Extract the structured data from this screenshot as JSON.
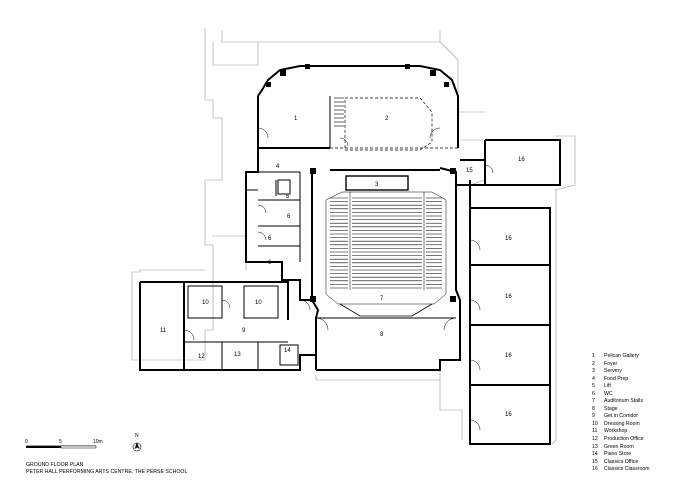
{
  "rooms": [
    {
      "num": "1",
      "name": "Pelican Gallery"
    },
    {
      "num": "2",
      "name": "Foyer"
    },
    {
      "num": "3",
      "name": "Servery"
    },
    {
      "num": "4",
      "name": "Food Prep"
    },
    {
      "num": "5",
      "name": "Lift"
    },
    {
      "num": "6",
      "name": "WC"
    },
    {
      "num": "7",
      "name": "Auditorium Stalls"
    },
    {
      "num": "8",
      "name": "Stage"
    },
    {
      "num": "9",
      "name": "Get in Corridor"
    },
    {
      "num": "10",
      "name": "Dressing Room"
    },
    {
      "num": "11",
      "name": "Workshop"
    },
    {
      "num": "12",
      "name": "Production Office"
    },
    {
      "num": "13",
      "name": "Green Room"
    },
    {
      "num": "14",
      "name": "Piano Store"
    },
    {
      "num": "15",
      "name": "Classics Office"
    },
    {
      "num": "16",
      "name": "Classics Classroom"
    }
  ],
  "caption": {
    "line1": "GROUND FLOOR PLAN",
    "line2": "PETER HALL PERFORMING ARTS CENTRE, THE PERSE SCHOOL"
  },
  "scale": {
    "start": "0",
    "mid": "5",
    "end": "10m"
  },
  "north": "N"
}
